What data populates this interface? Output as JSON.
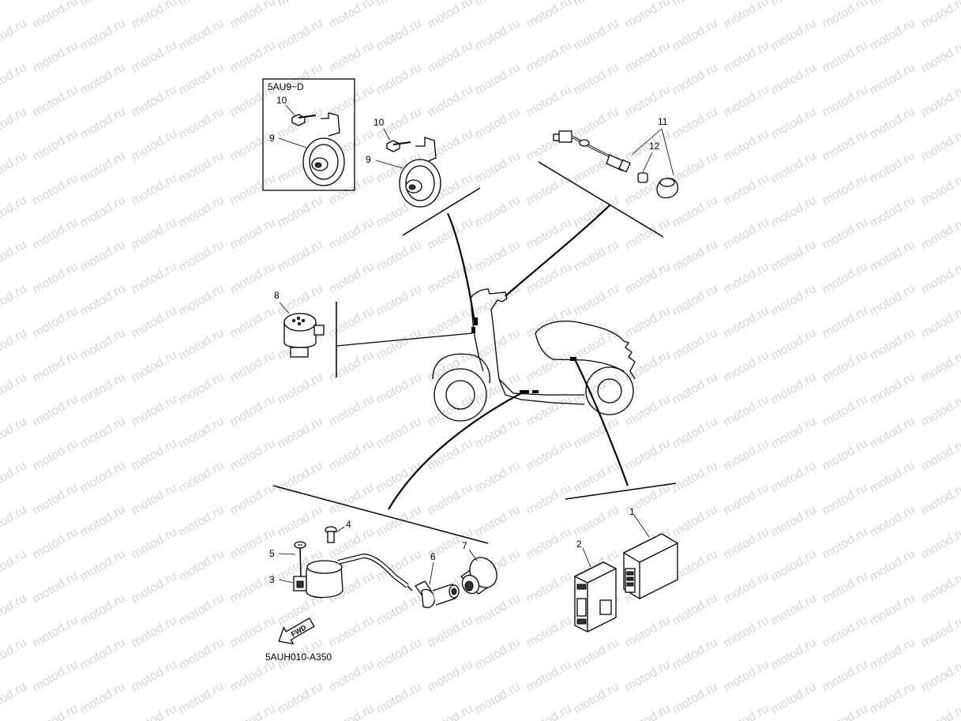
{
  "watermark": {
    "text": "motod.ru",
    "color": "#d6d6d6"
  },
  "inset": {
    "label": "5AU9~D"
  },
  "figure_code": "5AUH010-A350",
  "fwd_label": "FWD",
  "callouts": {
    "c1": "1",
    "c2": "2",
    "c3": "3",
    "c4": "4",
    "c5": "5",
    "c6": "6",
    "c7": "7",
    "c8": "8",
    "c9a": "9",
    "c9b": "9",
    "c10a": "10",
    "c10b": "10",
    "c11": "11",
    "c12": "12"
  }
}
